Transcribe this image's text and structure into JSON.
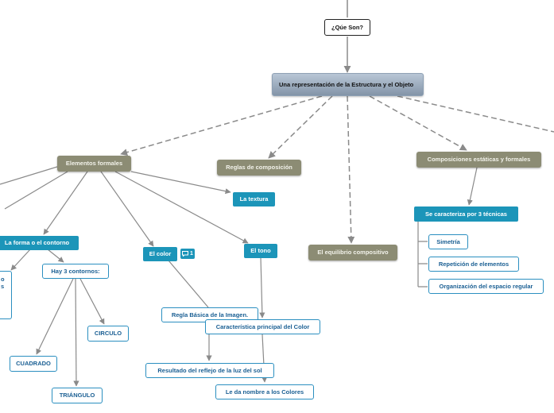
{
  "nodes": {
    "que_son": "¿Qúe Son?",
    "representacion": "Una representación de la Estructura y el Objeto",
    "elementos_formales": "Elementos formales",
    "reglas_composicion": "Reglas de composición",
    "equilibrio": "El equilibrio compositivo",
    "composiciones": "Composiciones estáticas y formales",
    "caracteriza": "Se caracteriza por 3 técnicas",
    "simetria": "Simetría",
    "repeticion": "Repetición de elementos",
    "organizacion": "Organización del espacio regular",
    "textura": "La textura",
    "forma_contorno": "La forma o el contorno",
    "hay3": "Hay 3 contornos:",
    "circulo": "CIRCULO",
    "cuadrado": "CUADRADO",
    "triangulo": "TRIÁNGULO",
    "color": "El color",
    "tono": "El tono",
    "regla_basica": "Regla Básica de la Imagen.",
    "caracteristica": "Característica principal del Color",
    "resultado": "Resultado del reflejo de la luz del sol",
    "le_da_nombre": "Le da nombre a los Colores",
    "partial_left": "o\ns"
  },
  "comment_badge": {
    "count": "1",
    "icon": "comment-icon"
  },
  "colors": {
    "teal": "#1c95b9",
    "olive": "#8c8c74",
    "main_topic": "#9aabbd",
    "outline_border": "#2b8fc0",
    "connector": "#8a8a8a"
  }
}
